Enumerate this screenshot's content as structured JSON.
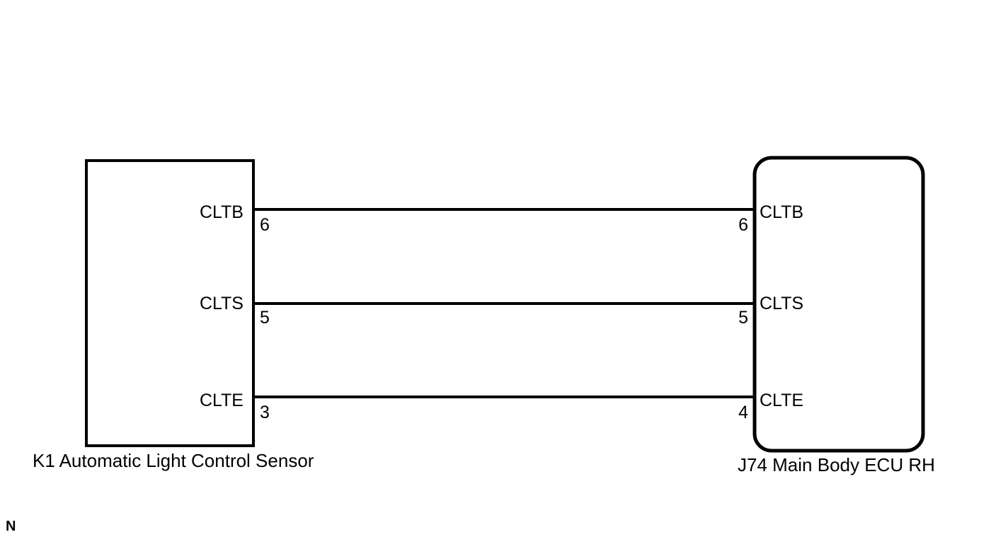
{
  "components": {
    "left": {
      "label": "K1 Automatic Light Control Sensor",
      "pins": [
        {
          "signal": "CLTB",
          "number": "6"
        },
        {
          "signal": "CLTS",
          "number": "5"
        },
        {
          "signal": "CLTE",
          "number": "3"
        }
      ]
    },
    "right": {
      "label": "J74 Main Body ECU RH",
      "pins": [
        {
          "signal": "CLTB",
          "number": "6"
        },
        {
          "signal": "CLTS",
          "number": "5"
        },
        {
          "signal": "CLTE",
          "number": "4"
        }
      ]
    }
  },
  "wires": [
    {
      "from": "CLTB",
      "to": "CLTB"
    },
    {
      "from": "CLTS",
      "to": "CLTS"
    },
    {
      "from": "CLTE",
      "to": "CLTE"
    }
  ],
  "corner_mark": "N"
}
